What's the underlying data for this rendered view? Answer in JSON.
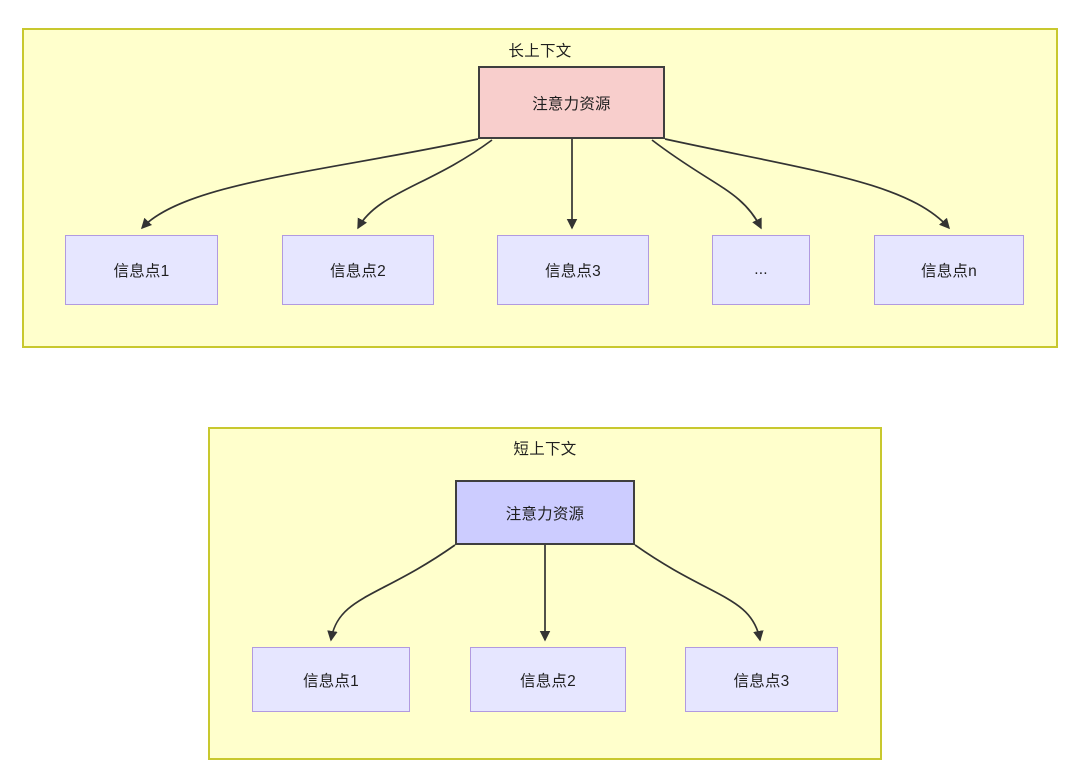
{
  "diagram": {
    "title_hidden": "",
    "colors": {
      "panel_fill": "#ffffcc",
      "panel_border": "#c8c82e",
      "root_long_fill": "#f8cecc",
      "root_short_fill": "#ccccff",
      "root_border": "#3f3f3f",
      "info_fill": "#e6e6ff",
      "info_border": "#b19ae0",
      "edge": "#333333",
      "text": "#1f1f1f"
    },
    "panels": [
      {
        "id": "long-context",
        "title": "长上下文",
        "root": {
          "label": "注意力资源"
        },
        "children": [
          {
            "label": "信息点1"
          },
          {
            "label": "信息点2"
          },
          {
            "label": "信息点3"
          },
          {
            "label": "..."
          },
          {
            "label": "信息点n"
          }
        ]
      },
      {
        "id": "short-context",
        "title": "短上下文",
        "root": {
          "label": "注意力资源"
        },
        "children": [
          {
            "label": "信息点1"
          },
          {
            "label": "信息点2"
          },
          {
            "label": "信息点3"
          }
        ]
      }
    ]
  }
}
